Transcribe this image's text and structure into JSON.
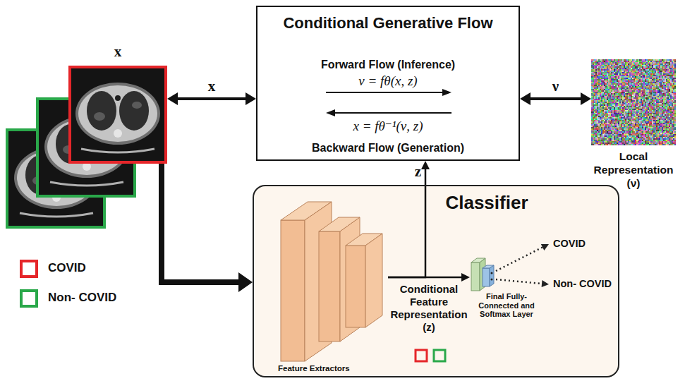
{
  "diagram": {
    "nodes": [
      {
        "text": [
          "x"
        ]
      },
      {
        "text": [
          "Conditional Generative Flow",
          "Forward Flow (Inference)",
          "ν = fθ(x, z)",
          "x = fθ⁻¹(ν, z)",
          "Backward Flow (Generation)"
        ]
      },
      {
        "text": [
          "Local Representation (ν)"
        ]
      },
      {
        "text": [
          "Classifier"
        ]
      },
      {
        "text": [
          "Feature Extractors"
        ],
        "in": 3
      },
      {
        "text": [
          "Final Fully-Connected and Softmax Layer"
        ],
        "in": 3
      }
    ],
    "edges": [
      {
        "from": 0,
        "to": 1,
        "arrow": "both",
        "label": "x"
      },
      {
        "from": 1,
        "to": 2,
        "arrow": "both",
        "label": "ν"
      },
      {
        "from": 0,
        "to": 3,
        "arrow": "to"
      },
      {
        "from": 4,
        "to": 1,
        "arrow": "to",
        "label": "z"
      },
      {
        "from": 4,
        "to": 5,
        "arrow": "to"
      }
    ],
    "labels": [
      "Conditional Feature Representation (z)",
      "COVID",
      "Non- COVID"
    ],
    "legend": [
      {
        "text": "COVID",
        "color": "#e5262a"
      },
      {
        "text": "Non- COVID",
        "color": "#2aa84a"
      }
    ]
  }
}
